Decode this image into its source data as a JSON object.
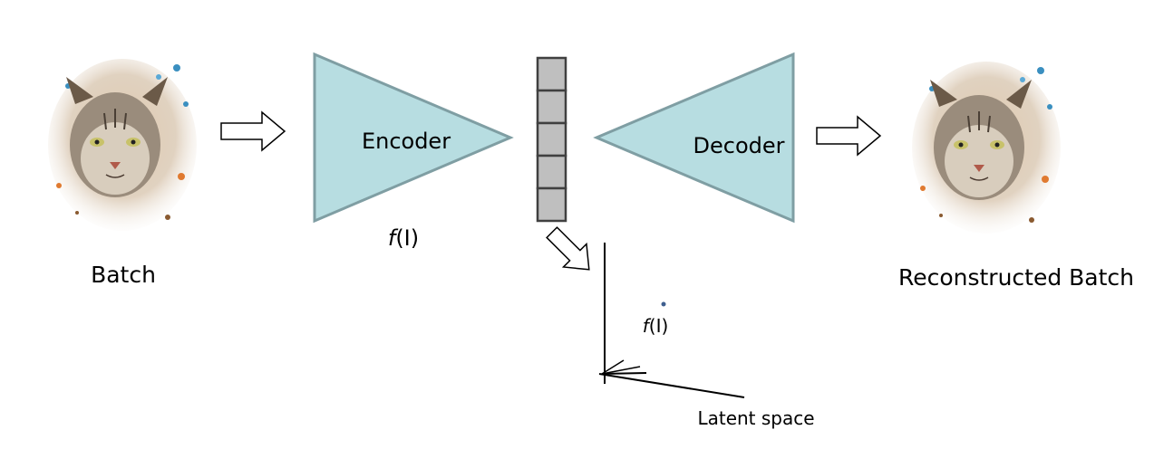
{
  "diagram": {
    "input_label": "Batch",
    "output_label": "Reconstructed Batch",
    "encoder_label": "Encoder",
    "decoder_label": "Decoder",
    "encoder_function_label_italic": "f",
    "encoder_function_label_rest": "(I)",
    "latent_point_label_italic": "f",
    "latent_point_label_rest": "(I)",
    "latent_space_label": "Latent space"
  },
  "colors": {
    "encoder_fill": "#b7dde1",
    "encoder_stroke": "#7f9ea3",
    "latent_cell_fill": "#bfbfbf",
    "latent_cell_stroke": "#404040",
    "arrow_stroke": "#000000",
    "latent_point": "#3f5f8f"
  },
  "icons": {
    "input_image": "lynx-watercolor-icon",
    "output_image": "lynx-watercolor-icon"
  }
}
